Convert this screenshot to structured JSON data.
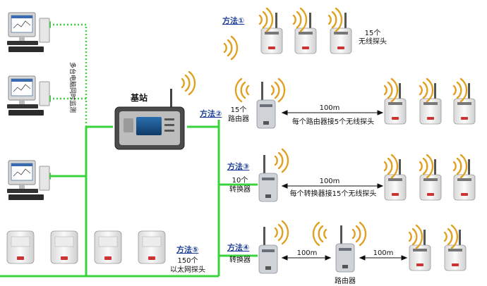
{
  "base_station": {
    "label": "基站"
  },
  "pcs": {
    "vertical_label": "多台电脑同时监测"
  },
  "methods": [
    {
      "label": "方法①",
      "count": "15个",
      "desc": "无线探头"
    },
    {
      "label": "方法②",
      "count": "15个",
      "desc": "路由器",
      "distance": "100m",
      "note": "每个路由器接5个无线探头"
    },
    {
      "label": "方法③",
      "count": "10个",
      "desc": "转换器",
      "distance": "100m",
      "note": "每个转换器接15个无线探头"
    },
    {
      "label": "方法④",
      "desc": "转换器",
      "distance_a": "100m",
      "distance_b": "100m",
      "router_label": "路由器"
    },
    {
      "label": "方法⑤",
      "count": "150个",
      "desc": "以太网探头"
    }
  ],
  "colors": {
    "cable": "#39d43c",
    "wave": "#e0a020",
    "method_text": "#1f3f99",
    "device": "#f2f2f2"
  }
}
